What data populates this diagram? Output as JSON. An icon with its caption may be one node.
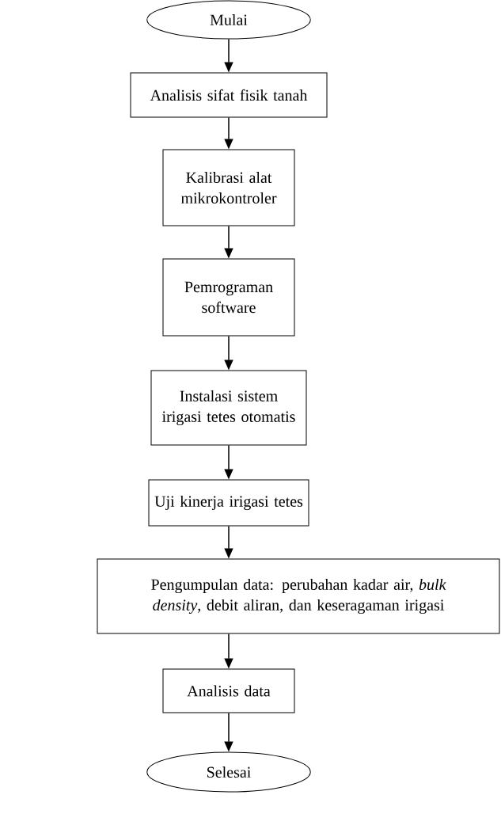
{
  "diagram": {
    "nodes": [
      {
        "text": [
          "Mulai"
        ]
      },
      {
        "text": [
          "Analisis sifat fisik tanah"
        ]
      },
      {
        "text": [
          "Kalibrasi alat mikrokontroler"
        ]
      },
      {
        "text": [
          "Pemrograman software"
        ]
      },
      {
        "text": [
          "Instalasi sistem irigasi tetes otomatis"
        ]
      },
      {
        "text": [
          "Uji kinerja irigasi tetes"
        ]
      },
      {
        "text": [
          "Pengumpulan data: perubahan kadar air, *bulk density*, debit aliran, dan keseragaman irigasi"
        ]
      },
      {
        "text": [
          "Analisis data"
        ]
      },
      {
        "text": [
          "Selesai"
        ]
      }
    ],
    "edges": [
      {
        "from": 0,
        "to": 1,
        "arrow": "to"
      },
      {
        "from": 1,
        "to": 2,
        "arrow": "to"
      },
      {
        "from": 2,
        "to": 3,
        "arrow": "to"
      },
      {
        "from": 3,
        "to": 4,
        "arrow": "to"
      },
      {
        "from": 4,
        "to": 5,
        "arrow": "to"
      },
      {
        "from": 5,
        "to": 6,
        "arrow": "to"
      },
      {
        "from": 6,
        "to": 7,
        "arrow": "to"
      },
      {
        "from": 7,
        "to": 8,
        "arrow": "to"
      }
    ]
  }
}
